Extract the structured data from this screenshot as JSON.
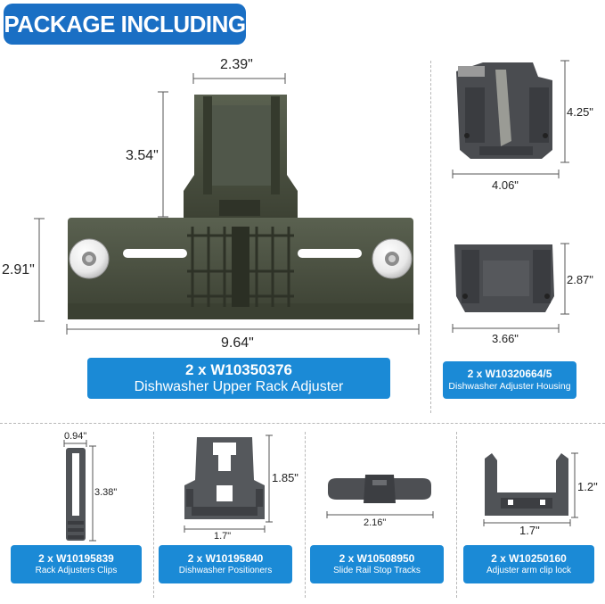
{
  "header": {
    "title": "PACKAGE INCLUDING"
  },
  "colors": {
    "header_blue": "#1a6fc4",
    "label_blue": "#1b8ad6",
    "adjuster_green": "#4b5240",
    "housing_gray": "#4a4c50"
  },
  "main_part": {
    "dims": {
      "top_width": "2.39\"",
      "upper_height": "3.54\"",
      "lower_height": "2.91\"",
      "total_width": "9.64\""
    },
    "label": {
      "qty": "2 x W10350376",
      "desc": "Dishwasher Upper Rack Adjuster"
    }
  },
  "housing_top": {
    "dims": {
      "height": "4.25\"",
      "width": "4.06\""
    }
  },
  "housing_bottom": {
    "dims": {
      "height": "2.87\"",
      "width": "3.66\""
    },
    "label": {
      "qty": "2 x W10320664/5",
      "desc": "Dishwasher Adjuster Housing"
    }
  },
  "clips": {
    "dims": {
      "width": "0.94\"",
      "height": "3.38\""
    },
    "label": {
      "qty": "2 x W10195839",
      "desc": "Rack Adjusters Clips"
    }
  },
  "positioners": {
    "dims": {
      "height": "1.85\"",
      "width": "1.7\""
    },
    "label": {
      "qty": "2 x W10195840",
      "desc": "Dishwasher Positioners"
    }
  },
  "stop_tracks": {
    "dims": {
      "width": "2.16\""
    },
    "label": {
      "qty": "2 x W10508950",
      "desc": "Slide Rail Stop Tracks"
    }
  },
  "clip_lock": {
    "dims": {
      "height": "1.2\"",
      "width": "1.7\""
    },
    "label": {
      "qty": "2 x W10250160",
      "desc": "Adjuster arm clip lock"
    }
  }
}
